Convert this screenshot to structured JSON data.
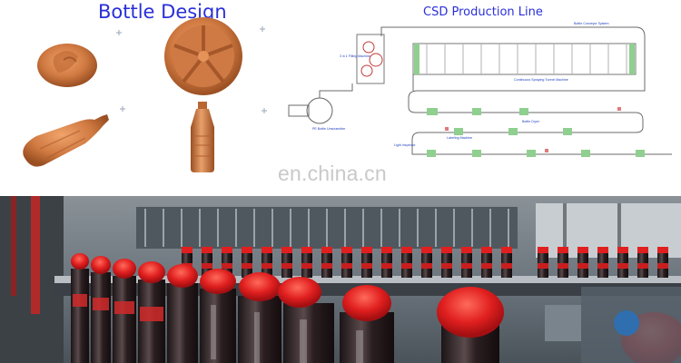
{
  "titles": {
    "bottle_design": "Bottle Design",
    "production_line": "CSD Production Line"
  },
  "diagram_labels": {
    "filling_machine": "3 in 1 Filling Machine",
    "bottle_conveyor": "Bottle Conveyor System",
    "pe_bottle_unscrambler": "PE Bottle Unscrambler",
    "cooling_tunnel": "Continuous Spraying Tunnel Machine",
    "bottle_dryer": "Bottle Dryer",
    "light_inspector": "Light Inspector",
    "labeling": "Labeling Machine"
  },
  "watermark": "en.china.cn",
  "colors": {
    "title_blue": "#2a2fd8",
    "bottle_orange": "#d07a42",
    "cap_red": "#e01f1f",
    "diagram_green": "#8fcf8f",
    "diagram_line": "#6b6b6b"
  }
}
